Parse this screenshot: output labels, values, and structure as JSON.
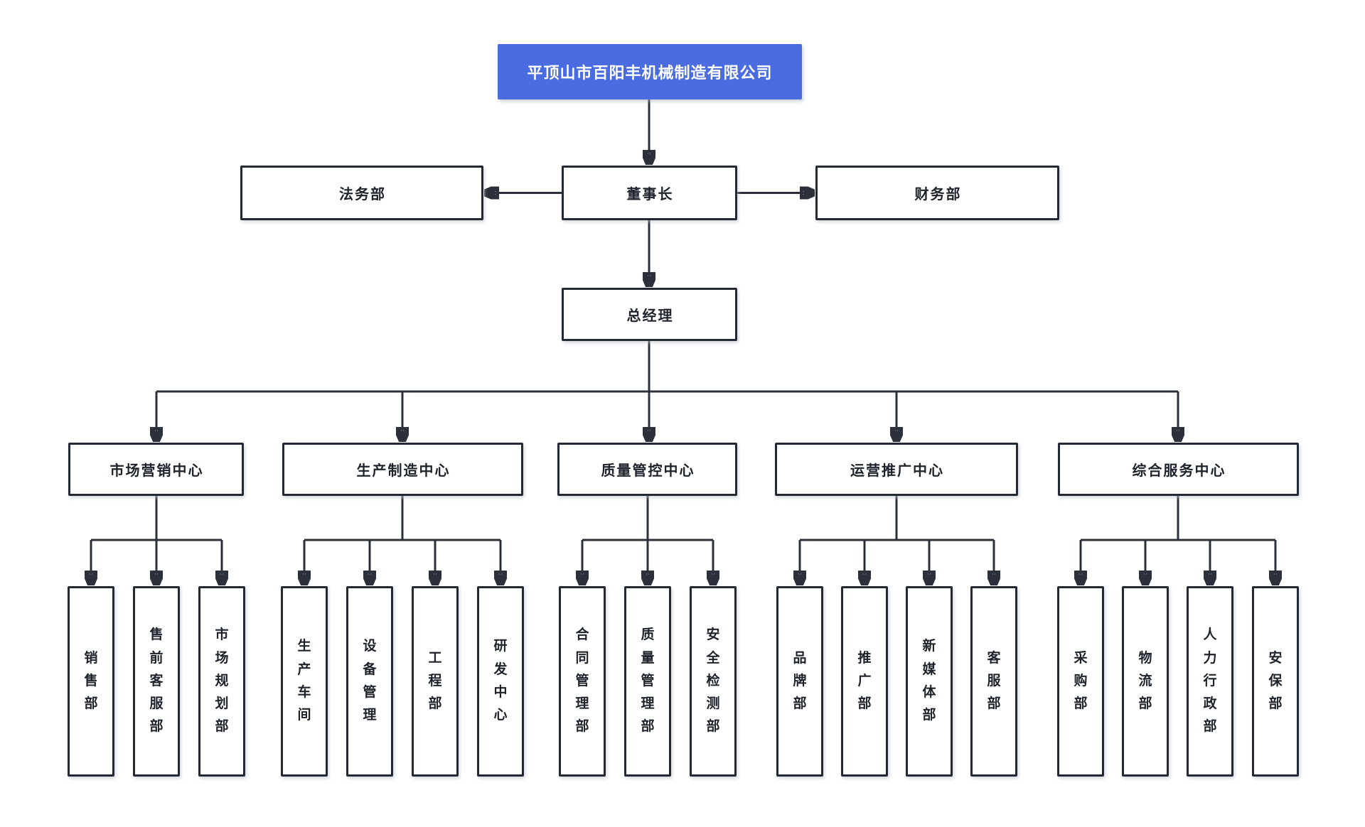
{
  "org": {
    "company": {
      "label": "平顶山市百阳丰机械制造有限公司"
    },
    "chairman": {
      "label": "董事长"
    },
    "legal": {
      "label": "法务部"
    },
    "finance": {
      "label": "财务部"
    },
    "general_manager": {
      "label": "总经理"
    },
    "centers": [
      {
        "label": "市场营销中心",
        "departments": [
          "销售部",
          "售前客服部",
          "市场规划部"
        ]
      },
      {
        "label": "生产制造中心",
        "departments": [
          "生产车间",
          "设备管理",
          "工程部",
          "研发中心"
        ]
      },
      {
        "label": "质量管控中心",
        "departments": [
          "合同管理部",
          "质量管理部",
          "安全检测部"
        ]
      },
      {
        "label": "运营推广中心",
        "departments": [
          "品牌部",
          "推广部",
          "新媒体部",
          "客服部"
        ]
      },
      {
        "label": "综合服务中心",
        "departments": [
          "采购部",
          "物流部",
          "人力行政部",
          "安保部"
        ]
      }
    ],
    "colors": {
      "root_background": "#4a6ce0",
      "root_text": "#ffffff",
      "box_border": "#232a35",
      "connector_line": "#2b303a",
      "text": "#1d222b",
      "page_background": "#ffffff"
    }
  }
}
